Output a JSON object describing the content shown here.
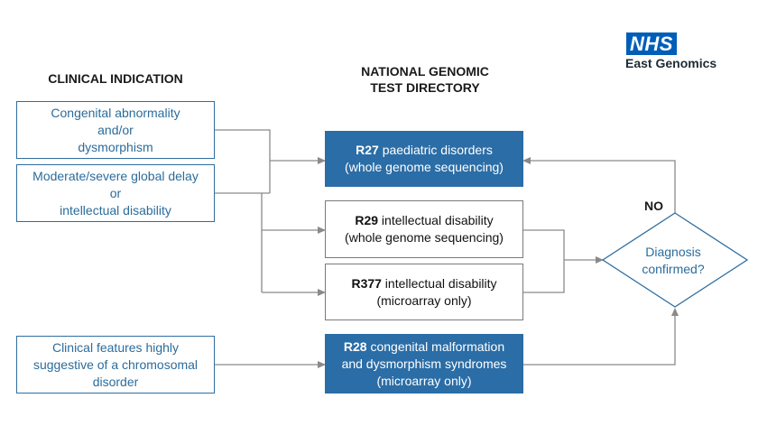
{
  "headings": {
    "clinical_indication": "CLINICAL INDICATION",
    "directory_line1": "NATIONAL GENOMIC",
    "directory_line2": "TEST DIRECTORY"
  },
  "logo": {
    "badge": "NHS",
    "org": "East Genomics",
    "badge_color": "#005eb8"
  },
  "inputs": [
    {
      "lines": [
        "Congenital abnormality",
        "and/or",
        "dysmorphism"
      ]
    },
    {
      "lines": [
        "Moderate/severe global delay",
        "or",
        "intellectual disability"
      ]
    },
    {
      "lines": [
        "Clinical features highly",
        "suggestive of a chromosomal",
        "disorder"
      ]
    }
  ],
  "tests": {
    "r27": {
      "code": "R27",
      "name": " paediatric disorders",
      "detail": "(whole genome sequencing)"
    },
    "r29": {
      "code": "R29",
      "name": " intellectual disability",
      "detail": "(whole genome sequencing)"
    },
    "r377": {
      "code": "R377",
      "name": " intellectual disability",
      "detail": "(microarray only)"
    },
    "r28": {
      "code": "R28",
      "name": " congenital malformation",
      "line2": "and dysmorphism syndromes",
      "detail": "(microarray only)"
    }
  },
  "decision": {
    "line1": "Diagnosis",
    "line2": "confirmed?",
    "no_label": "NO"
  },
  "colors": {
    "accent": "#2b6da6",
    "input_text": "#2b6c9b",
    "connector": "#8a8a8a"
  }
}
